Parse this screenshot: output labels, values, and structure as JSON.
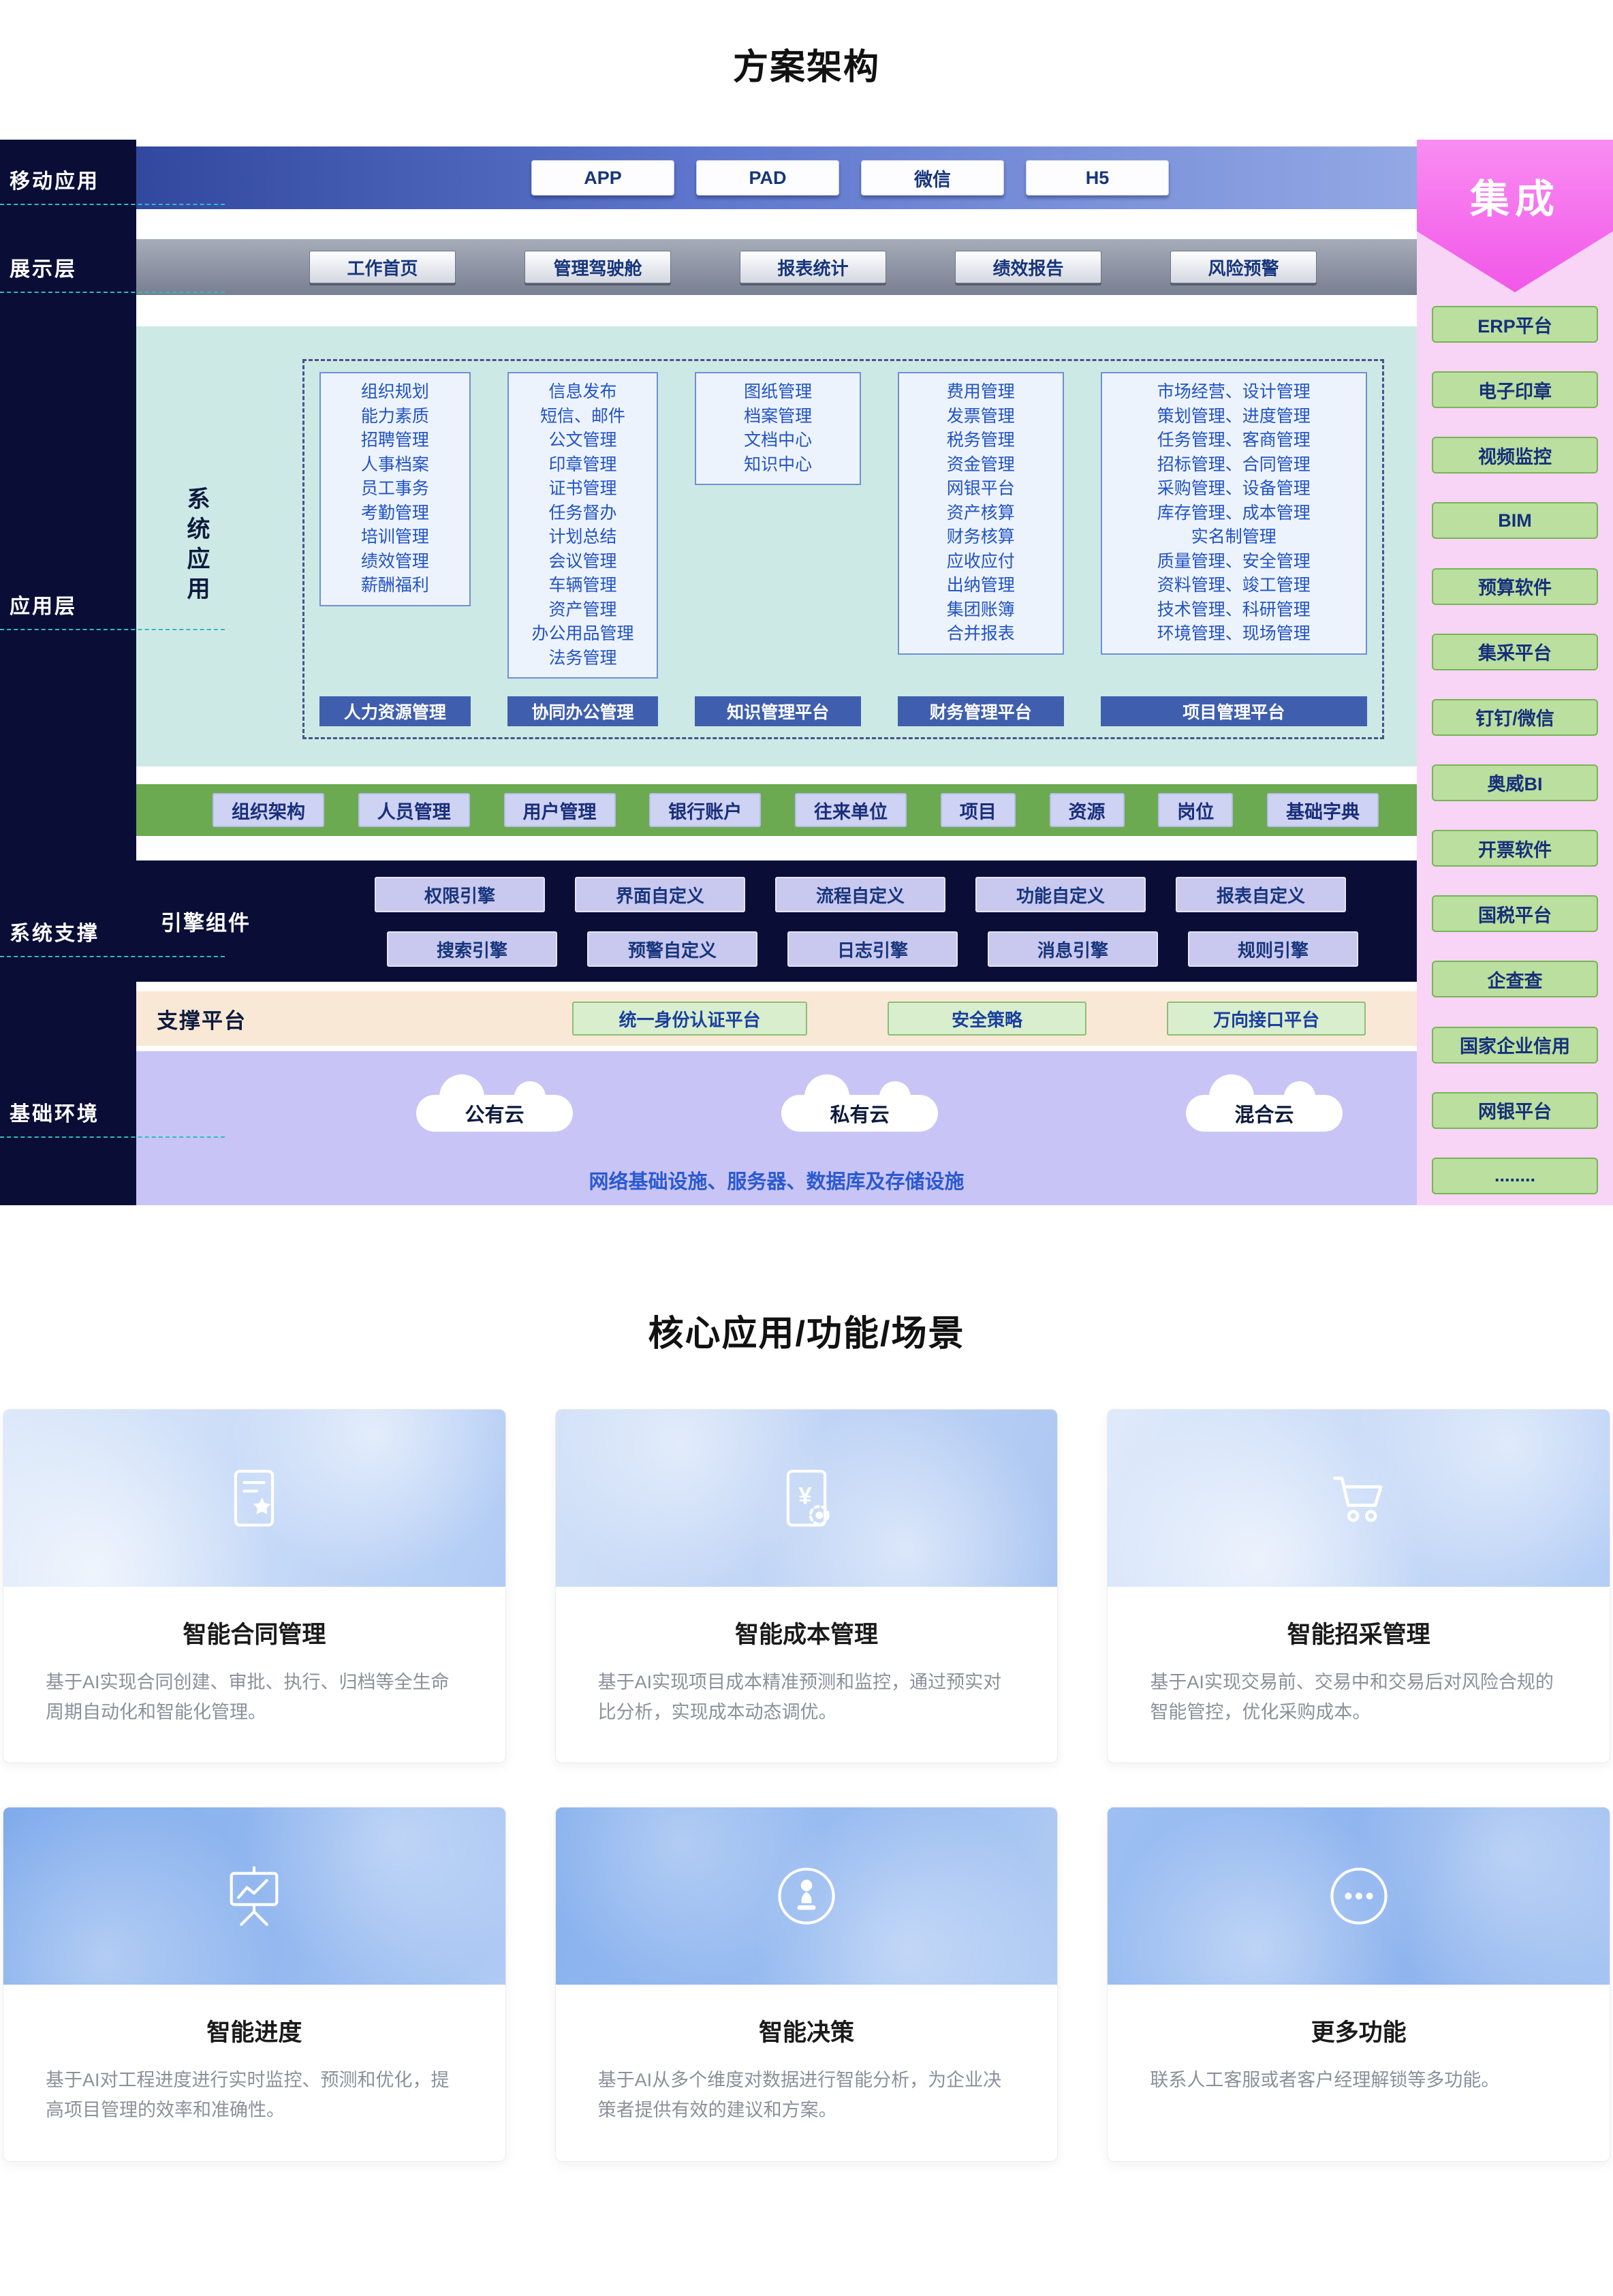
{
  "page": {
    "arch_title": "方案架构",
    "core_title": "核心应用/功能/场景"
  },
  "colors": {
    "sidebar_navy": "#0a0e36",
    "app_band_teal": "#cde9e6",
    "master_data_green": "#6caa51",
    "platform_peach": "#fae8d6",
    "infra_purple": "#c9c4f6",
    "integration_pink": "#f157e8",
    "integration_panel_pink": "#f8d4f6",
    "integration_box_green": "#badf9f",
    "module_text_blue": "#2153c4"
  },
  "architecture": {
    "layer_labels": {
      "mobile": "移动应用",
      "display": "展示层",
      "application": "应用层",
      "support": "系统支撑",
      "infrastructure": "基础环境"
    },
    "mobile_items": [
      "APP",
      "PAD",
      "微信",
      "H5"
    ],
    "display_items": [
      "工作首页",
      "管理驾驶舱",
      "报表统计",
      "绩效报告",
      "风险预警"
    ],
    "application": {
      "system_app_label": "系统应用",
      "columns": [
        {
          "title": "人力资源管理",
          "items": [
            "组织规划",
            "能力素质",
            "招聘管理",
            "人事档案",
            "员工事务",
            "考勤管理",
            "培训管理",
            "绩效管理",
            "薪酬福利"
          ]
        },
        {
          "title": "协同办公管理",
          "items": [
            "信息发布",
            "短信、邮件",
            "公文管理",
            "印章管理",
            "证书管理",
            "任务督办",
            "计划总结",
            "会议管理",
            "车辆管理",
            "资产管理",
            "办公用品管理",
            "法务管理"
          ]
        },
        {
          "title": "知识管理平台",
          "items": [
            "图纸管理",
            "档案管理",
            "文档中心",
            "知识中心"
          ]
        },
        {
          "title": "财务管理平台",
          "items": [
            "费用管理",
            "发票管理",
            "税务管理",
            "资金管理",
            "网银平台",
            "资产核算",
            "财务核算",
            "应收应付",
            "出纳管理",
            "集团账簿",
            "合并报表"
          ]
        },
        {
          "title": "项目管理平台",
          "items": [
            "市场经营、设计管理",
            "策划管理、进度管理",
            "任务管理、客商管理",
            "招标管理、合同管理",
            "采购管理、设备管理",
            "库存管理、成本管理",
            "实名制管理",
            "质量管理、安全管理",
            "资料管理、竣工管理",
            "技术管理、科研管理",
            "环境管理、现场管理"
          ]
        }
      ],
      "master_data": [
        "组织架构",
        "人员管理",
        "用户管理",
        "银行账户",
        "往来单位",
        "项目",
        "资源",
        "岗位",
        "基础字典"
      ]
    },
    "support": {
      "engine_label": "引擎组件",
      "engine_row1": [
        "权限引擎",
        "界面自定义",
        "流程自定义",
        "功能自定义",
        "报表自定义"
      ],
      "engine_row2": [
        "搜索引擎",
        "预警自定义",
        "日志引擎",
        "消息引擎",
        "规则引擎"
      ],
      "platform_label": "支撑平台",
      "platform_items": [
        "统一身份认证平台",
        "安全策略",
        "万向接口平台"
      ]
    },
    "infrastructure": {
      "clouds": [
        "公有云",
        "私有云",
        "混合云"
      ],
      "bottom_text": "网络基础设施、服务器、数据库及存储设施"
    },
    "integration": {
      "title": "集成",
      "items": [
        "ERP平台",
        "电子印章",
        "视频监控",
        "BIM",
        "预算软件",
        "集采平台",
        "钉钉/微信",
        "奥威BI",
        "开票软件",
        "国税平台",
        "企查查",
        "国家企业信用",
        "网银平台",
        "........"
      ]
    }
  },
  "cards": [
    {
      "icon": "contract-document-icon",
      "title": "智能合同管理",
      "desc": "基于AI实现合同创建、审批、执行、归档等全生命周期自动化和智能化管理。"
    },
    {
      "icon": "cost-document-icon",
      "title": "智能成本管理",
      "desc": "基于AI实现项目成本精准预测和监控，通过预实对比分析，实现成本动态调优。"
    },
    {
      "icon": "shopping-cart-icon",
      "title": "智能招采管理",
      "desc": "基于AI实现交易前、交易中和交易后对风险合规的智能管控，优化采购成本。"
    },
    {
      "icon": "presentation-chart-icon",
      "title": "智能进度",
      "desc": "基于AI对工程进度进行实时监控、预测和优化，提高项目管理的效率和准确性。"
    },
    {
      "icon": "chess-pawn-icon",
      "title": "智能决策",
      "desc": "基于AI从多个维度对数据进行智能分析，为企业决策者提供有效的建议和方案。"
    },
    {
      "icon": "more-dots-icon",
      "title": "更多功能",
      "desc": "联系人工客服或者客户经理解锁等多功能。"
    }
  ]
}
